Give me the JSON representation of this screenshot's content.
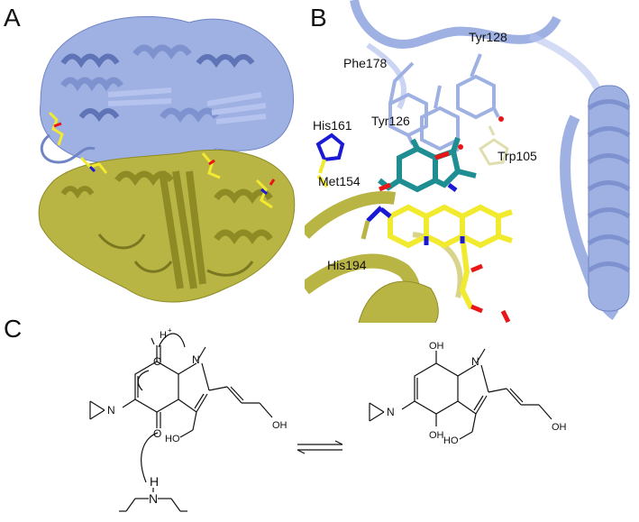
{
  "panels": {
    "a": {
      "label": "A"
    },
    "b": {
      "label": "B",
      "residues": [
        "Phe178",
        "Tyr128",
        "His161",
        "Tyr126",
        "Trp105",
        "Met154",
        "His194"
      ]
    },
    "c": {
      "label": "C",
      "left": {
        "proton": "H",
        "proton_charge": "+",
        "o_top": "O",
        "o_bottom": "O",
        "n_ring": "N",
        "n_aziridine": "N",
        "ho_ch2": "HO",
        "oh_chain": "OH",
        "base_h": "H",
        "base_n": "N"
      },
      "right": {
        "oh_top": "OH",
        "oh_bottom": "OH",
        "n_ring": "N",
        "n_aziridine": "N",
        "ho_ch2": "HO",
        "oh_chain": "OH"
      }
    }
  },
  "colors": {
    "chain_blue": "#9fb1e3",
    "chain_blue_dark": "#7e92cf",
    "chain_olive": "#b9b545",
    "chain_olive_dark": "#8e8b25",
    "fad_yellow": "#f2ea2e",
    "ligand_teal": "#1f8e93",
    "oxygen_red": "#e81616",
    "nitrogen_blue": "#1a1ad6"
  }
}
